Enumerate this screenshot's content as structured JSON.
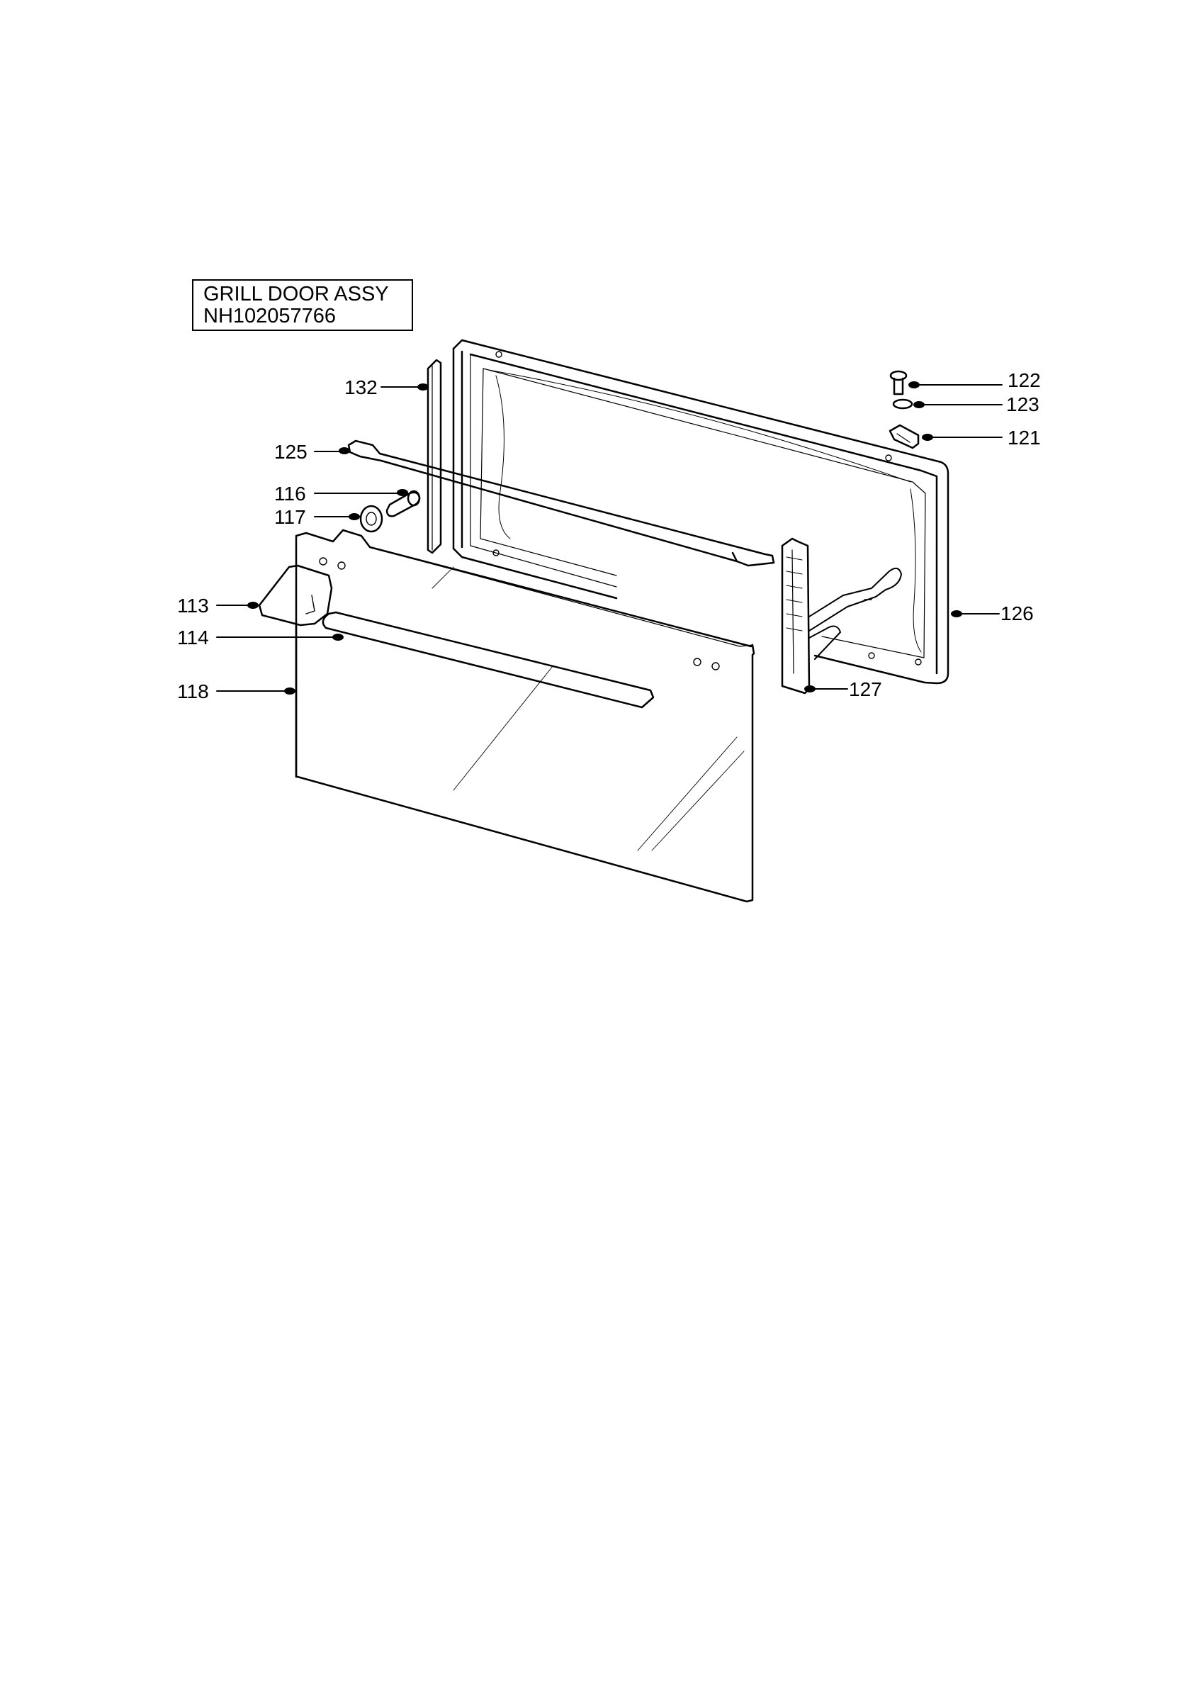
{
  "title": {
    "line1": "GRILL DOOR ASSY",
    "line2": "NH102057766"
  },
  "callouts": [
    {
      "id": "132",
      "label": "132"
    },
    {
      "id": "125",
      "label": "125"
    },
    {
      "id": "116",
      "label": "116"
    },
    {
      "id": "117",
      "label": "117"
    },
    {
      "id": "113",
      "label": "113"
    },
    {
      "id": "114",
      "label": "114"
    },
    {
      "id": "118",
      "label": "118"
    },
    {
      "id": "122",
      "label": "122"
    },
    {
      "id": "123",
      "label": "123"
    },
    {
      "id": "121",
      "label": "121"
    },
    {
      "id": "126",
      "label": "126"
    },
    {
      "id": "127",
      "label": "127"
    }
  ]
}
